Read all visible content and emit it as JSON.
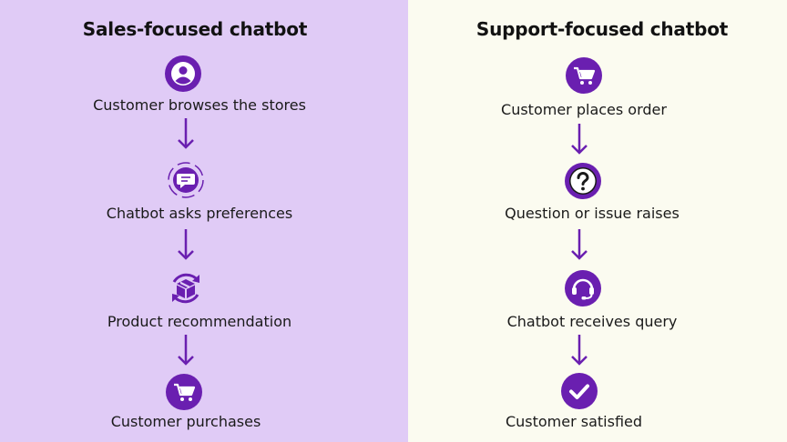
{
  "colors": {
    "left_bg": "#e0cbf6",
    "right_bg": "#fbfbf0",
    "accent": "#6a1fb0",
    "text": "#121212"
  },
  "sales": {
    "title": "Sales-focused chatbot",
    "steps": [
      {
        "label": "Customer browses the stores",
        "icon": "user-icon"
      },
      {
        "label": "Chatbot asks preferences",
        "icon": "chat-bubble-icon"
      },
      {
        "label": "Product recommendation",
        "icon": "box-refresh-icon"
      },
      {
        "label": "Customer purchases",
        "icon": "cart-icon"
      }
    ]
  },
  "support": {
    "title": "Support-focused chatbot",
    "steps": [
      {
        "label": "Customer places order",
        "icon": "cart-icon"
      },
      {
        "label": "Question or issue raises",
        "icon": "question-icon"
      },
      {
        "label": "Chatbot receives query",
        "icon": "headset-icon"
      },
      {
        "label": "Customer satisfied",
        "icon": "check-icon"
      }
    ]
  }
}
